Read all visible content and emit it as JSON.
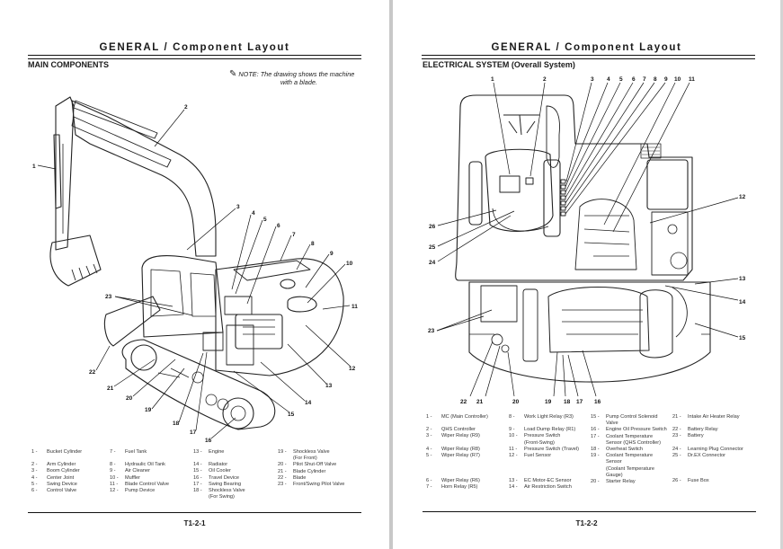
{
  "left_page": {
    "header": "GENERAL / Component Layout",
    "section_title": "MAIN COMPONENTS",
    "note": {
      "icon": "pencil-icon",
      "prefix": "NOTE:",
      "line1": "The drawing shows the machine",
      "line2": "with a blade."
    },
    "diagram": {
      "subject": "Hydraulic excavator with blade",
      "callouts": [
        "1",
        "2",
        "3",
        "4",
        "5",
        "6",
        "7",
        "8",
        "9",
        "10",
        "11",
        "12",
        "13",
        "14",
        "15",
        "16",
        "17",
        "18",
        "19",
        "20",
        "21",
        "22",
        "23"
      ]
    },
    "legend": [
      [
        {
          "n": "1 -",
          "t": "Bucket Cylinder"
        },
        {
          "gap": true
        },
        {
          "n": "2 -",
          "t": "Arm Cylinder"
        },
        {
          "n": "3 -",
          "t": "Boom Cylinder"
        },
        {
          "n": "4 -",
          "t": "Center Joint"
        },
        {
          "n": "5 -",
          "t": "Swing Device"
        },
        {
          "n": "6 -",
          "t": "Control Valve"
        }
      ],
      [
        {
          "n": "7 -",
          "t": "Fuel Tank"
        },
        {
          "gap": true
        },
        {
          "n": "8 -",
          "t": "Hydraulic Oil Tank"
        },
        {
          "n": "9 -",
          "t": "Air Cleaner"
        },
        {
          "n": "10 -",
          "t": "Muffler"
        },
        {
          "n": "11 -",
          "t": "Blade Control Valve"
        },
        {
          "n": "12 -",
          "t": "Pump Device"
        }
      ],
      [
        {
          "n": "13 -",
          "t": "Engine"
        },
        {
          "gap": true
        },
        {
          "n": "14 -",
          "t": "Radiator"
        },
        {
          "n": "15 -",
          "t": "Oil Cooler"
        },
        {
          "n": "16 -",
          "t": "Travel Device"
        },
        {
          "n": "17 -",
          "t": "Swing Bearing"
        },
        {
          "n": "18 -",
          "t": "Shockless Valve"
        },
        {
          "n": "",
          "t": "(For Swing)"
        }
      ],
      [
        {
          "n": "19 -",
          "t": "Shockless Valve"
        },
        {
          "n": "",
          "t": "(For Front)"
        },
        {
          "n": "20 -",
          "t": "Pilot Shut-Off Valve"
        },
        {
          "n": "21 -",
          "t": "Blade Cylinder"
        },
        {
          "n": "22 -",
          "t": "Blade"
        },
        {
          "n": "23 -",
          "t": "Front/Swing Pilot Valve"
        }
      ]
    ],
    "page_number": "T1-2-1"
  },
  "right_page": {
    "header": "GENERAL / Component Layout",
    "section_title": "ELECTRICAL SYSTEM (Overall System)",
    "diagram": {
      "subject": "Upper structure top view with electrical components",
      "callouts": [
        "1",
        "2",
        "3",
        "4",
        "5",
        "6",
        "7",
        "8",
        "9",
        "10",
        "11",
        "12",
        "13",
        "14",
        "15",
        "16",
        "17",
        "18",
        "19",
        "20",
        "21",
        "22",
        "23",
        "24",
        "25",
        "26"
      ]
    },
    "legend": [
      [
        {
          "n": "1 -",
          "t": "MC (Main Controller)"
        },
        {
          "gap": true
        },
        {
          "n": "2 -",
          "t": "QHS Controller"
        },
        {
          "n": "3 -",
          "t": "Wiper Relay (R9)"
        },
        {
          "gap": true
        },
        {
          "n": "4 -",
          "t": "Wiper Relay (R8)"
        },
        {
          "n": "5 -",
          "t": "Wiper Relay (R7)"
        },
        {
          "gap": true
        },
        {
          "gap": true
        },
        {
          "gap": true
        },
        {
          "n": "6 -",
          "t": "Wiper Relay (R6)"
        },
        {
          "n": "7 -",
          "t": "Horn Relay (R5)"
        }
      ],
      [
        {
          "n": "8 -",
          "t": "Work Light Relay (R3)"
        },
        {
          "gap": true
        },
        {
          "n": "9 -",
          "t": "Load Dump Relay (R1)"
        },
        {
          "n": "10 -",
          "t": "Pressure Switch"
        },
        {
          "n": "",
          "t": "(Front-Swing)"
        },
        {
          "n": "11 -",
          "t": "Pressure Switch (Travel)"
        },
        {
          "n": "12 -",
          "t": "Fuel Sensor"
        },
        {
          "gap": true
        },
        {
          "gap": true
        },
        {
          "gap": true
        },
        {
          "n": "13 -",
          "t": "EC Motor-EC Sensor"
        },
        {
          "n": "14 -",
          "t": "Air Restriction Switch"
        }
      ],
      [
        {
          "n": "15 -",
          "t": "Pump Control Solenoid"
        },
        {
          "n": "",
          "t": "Valve"
        },
        {
          "n": "16 -",
          "t": "Engine Oil Pressure Switch"
        },
        {
          "n": "17 -",
          "t": "Coolant Temperature"
        },
        {
          "n": "",
          "t": "Sensor (QHS Controller)"
        },
        {
          "n": "18 -",
          "t": "Overheat Switch"
        },
        {
          "n": "19 -",
          "t": "Coolant Temperature"
        },
        {
          "n": "",
          "t": "Sensor"
        },
        {
          "n": "",
          "t": "(Coolant Temperature"
        },
        {
          "n": "",
          "t": "Gauge)"
        },
        {
          "n": "20 -",
          "t": "Starter Relay"
        }
      ],
      [
        {
          "n": "21 -",
          "t": "Intake Air Heater Relay"
        },
        {
          "gap": true
        },
        {
          "n": "22 -",
          "t": "Battery Relay"
        },
        {
          "n": "23 -",
          "t": "Battery"
        },
        {
          "gap": true
        },
        {
          "n": "24 -",
          "t": "Learning Plug Connector"
        },
        {
          "n": "25 -",
          "t": "Dr.EX Connector"
        },
        {
          "gap": true
        },
        {
          "gap": true
        },
        {
          "gap": true
        },
        {
          "n": "26 -",
          "t": "Fuse Box"
        }
      ]
    ],
    "page_number": "T1-2-2"
  }
}
